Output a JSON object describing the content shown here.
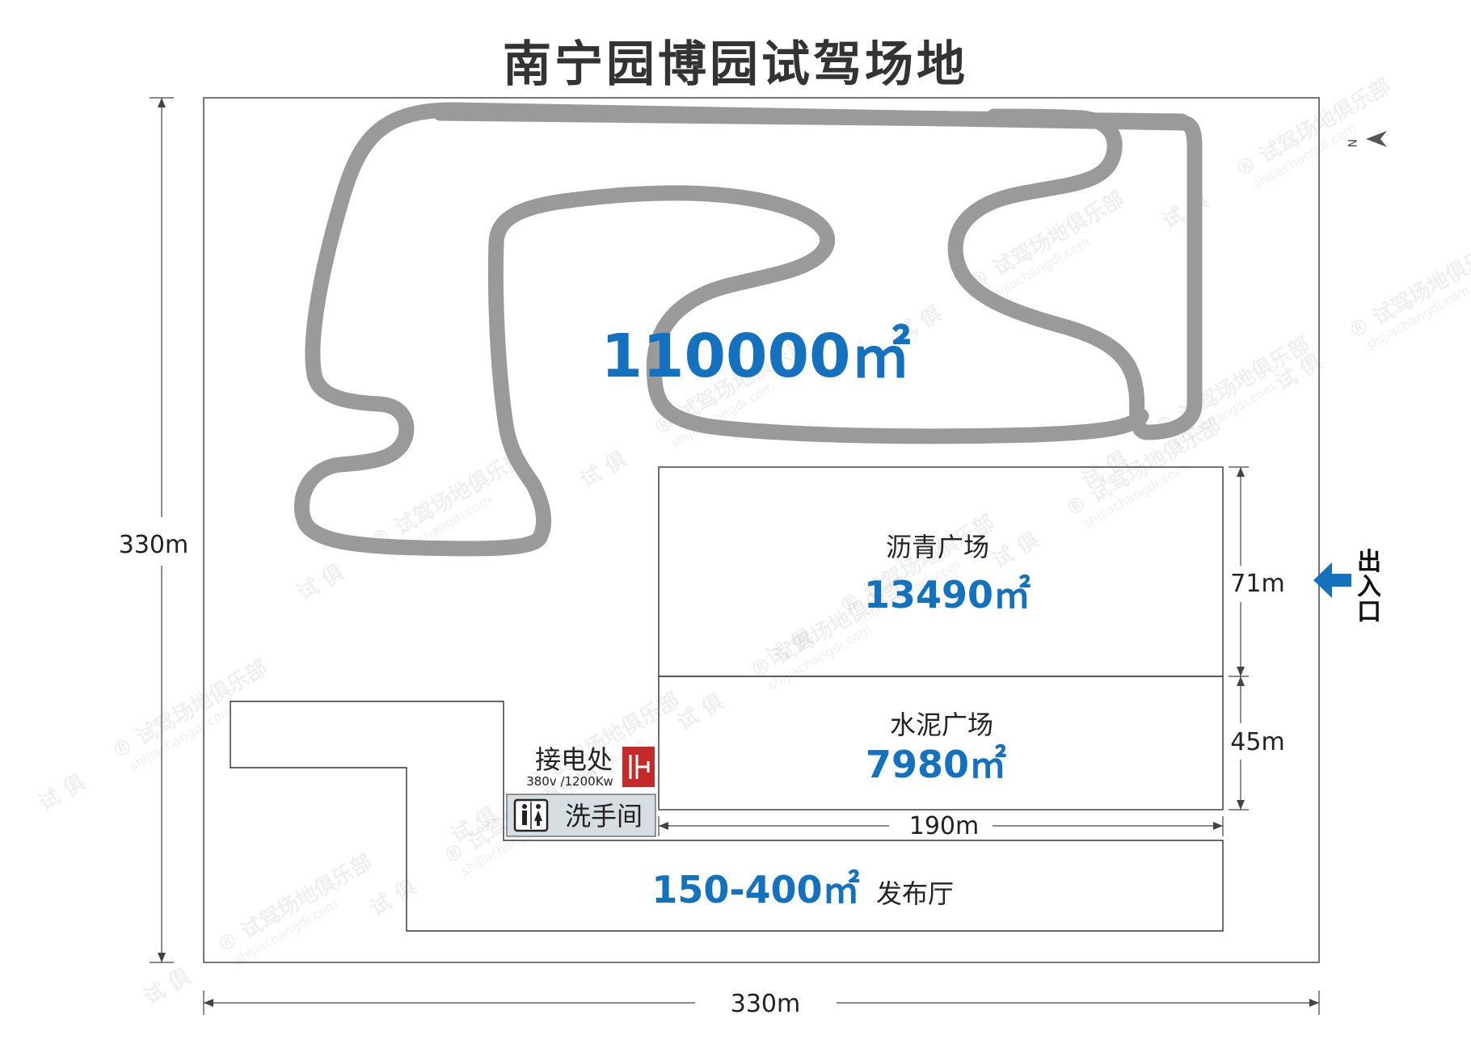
{
  "title": "南宁园博园试驾场地",
  "colors": {
    "accent_blue": "#1471BE",
    "track_gray": "#9A9A9A",
    "outline": "#333333",
    "power_red": "#C42A2A",
    "restroom_bg": "#D6DEE4"
  },
  "dimensions": {
    "height": "330m",
    "width": "330m",
    "asphalt_height": "71m",
    "cement_height": "45m",
    "plaza_width": "190m"
  },
  "track": {
    "area": "110000㎡"
  },
  "asphalt": {
    "label": "沥青广场",
    "area": "13490㎡"
  },
  "cement": {
    "label": "水泥广场",
    "area": "7980㎡"
  },
  "hall": {
    "area": "150-400㎡",
    "label": "发布厅"
  },
  "power": {
    "label": "接电处",
    "spec": "380v /1200Kw",
    "icon": "power-socket-icon"
  },
  "restroom": {
    "label": "洗手间",
    "icon": "restroom-icon"
  },
  "entrance": {
    "chars": [
      "出",
      "入",
      "口"
    ],
    "icon": "arrow-left-icon"
  },
  "compass": {
    "label": "N",
    "icon": "north-arrow-icon"
  },
  "watermark": {
    "brand": "试驾场地俱乐部",
    "site": "shijiachangdi.com",
    "mark": "®",
    "logo_chars": [
      "试",
      "俱"
    ]
  }
}
